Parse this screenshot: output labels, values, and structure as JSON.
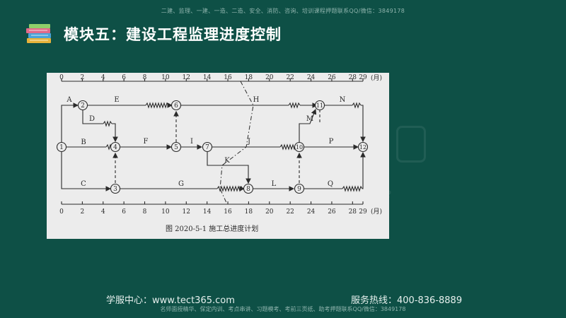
{
  "header": {
    "top_note": "二建、监理、一建、一造、二造、安全、消防、咨询、培训课程押题联系QQ/微信：3849178",
    "title": "模块五：建设工程监理进度控制"
  },
  "figure": {
    "caption": "图 2020-5-1    施工总进度计划",
    "axis_ticks": [
      "0",
      "2",
      "4",
      "6",
      "8",
      "10",
      "12",
      "14",
      "16",
      "18",
      "20",
      "22",
      "24",
      "26",
      "28",
      "29"
    ],
    "axis_unit": "(月)",
    "nodes": [
      "1",
      "2",
      "3",
      "4",
      "5",
      "6",
      "7",
      "8",
      "9",
      "10",
      "11",
      "12"
    ],
    "activities": [
      "A",
      "B",
      "C",
      "D",
      "E",
      "F",
      "G",
      "H",
      "I",
      "J",
      "K",
      "L",
      "M",
      "N",
      "P",
      "Q"
    ]
  },
  "footer": {
    "left": "学服中心：www.tect365.com",
    "right": "服务热线：400-836-8889",
    "bottom_note": "名师面授精华、保定内训、考点串讲、习题模考、考前三页纸、助考押题联系QQ/微信：3849178"
  },
  "colors": {
    "background": "#0e5046",
    "figure_bg": "#ececec",
    "line": "#2a2a2a"
  }
}
